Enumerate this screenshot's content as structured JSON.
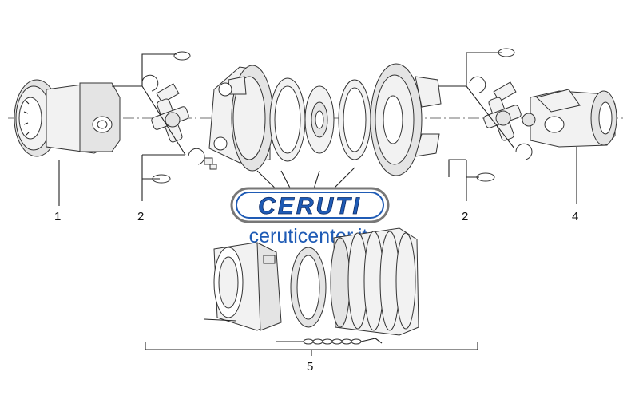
{
  "callouts": {
    "c1": "1",
    "c2_left": "2",
    "c2_right": "2",
    "c4": "4",
    "c5": "5"
  },
  "brand": {
    "logo": "CERUTI",
    "website": "ceruticenter.it",
    "color": "#1f5bb5"
  }
}
